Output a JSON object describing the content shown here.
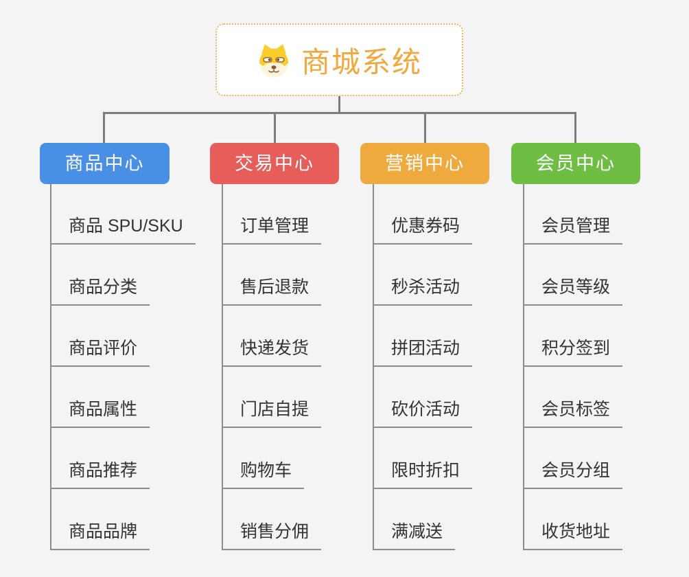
{
  "root": {
    "title": "商城系统",
    "icon": "dog-face-icon"
  },
  "branches": [
    {
      "label": "商品中心",
      "color": "#4a8fe6",
      "items": [
        "商品 SPU/SKU",
        "商品分类",
        "商品评价",
        "商品属性",
        "商品推荐",
        "商品品牌"
      ]
    },
    {
      "label": "交易中心",
      "color": "#e65d59",
      "items": [
        "订单管理",
        "售后退款",
        "快递发货",
        "门店自提",
        "购物车",
        "销售分佣"
      ]
    },
    {
      "label": "营销中心",
      "color": "#efaa3e",
      "items": [
        "优惠券码",
        "秒杀活动",
        "拼团活动",
        "砍价活动",
        "限时折扣",
        "满减送"
      ]
    },
    {
      "label": "会员中心",
      "color": "#6fbe44",
      "items": [
        "会员管理",
        "会员等级",
        "积分签到",
        "会员标签",
        "会员分组",
        "收货地址"
      ]
    }
  ],
  "colors": {
    "background": "#f4f4f4",
    "connector": "#7d7d7d",
    "leaf_line": "#8c8c8c",
    "leaf_text": "#333333",
    "root_border": "#f1b45c",
    "root_text": "#f1a83c",
    "node_text": "#ffffff"
  }
}
